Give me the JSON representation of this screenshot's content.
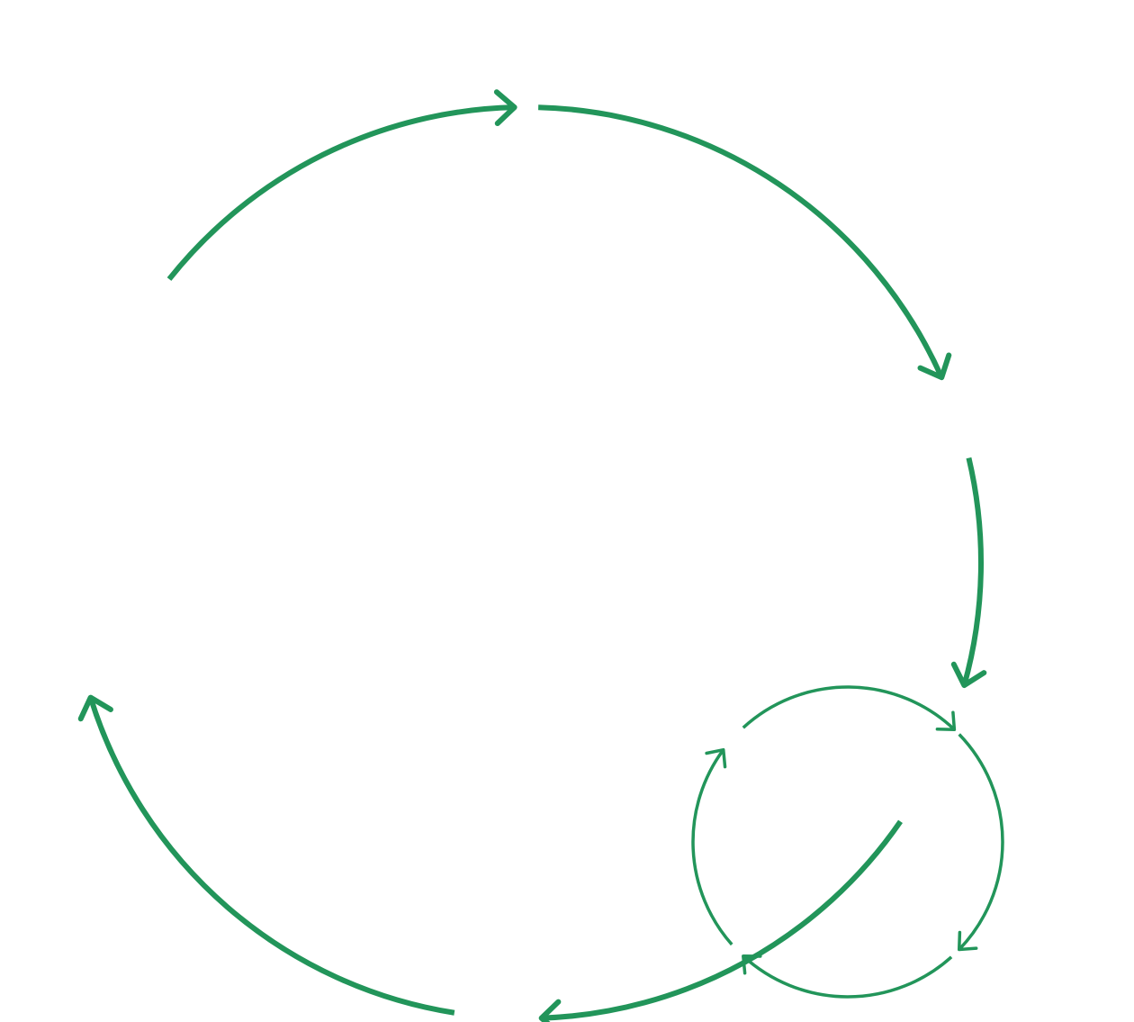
{
  "diagram": {
    "type": "cycle-diagram",
    "colors": {
      "stroke": "#22955a",
      "background": "#ffffff"
    },
    "outer_cycle": {
      "direction": "clockwise",
      "segment_count": 5,
      "segments": [
        {
          "id": "outer-arc-1",
          "from": "left",
          "to": "top",
          "has_arrowhead": true
        },
        {
          "id": "outer-arc-2",
          "from": "top",
          "to": "right-upper",
          "has_arrowhead": true
        },
        {
          "id": "outer-arc-3",
          "from": "right-upper",
          "to": "inner-cycle",
          "has_arrowhead": true
        },
        {
          "id": "outer-arc-4",
          "from": "inner-cycle",
          "to": "bottom-left",
          "has_arrowhead": true
        },
        {
          "id": "outer-arc-5",
          "from": "bottom-left",
          "to": "left",
          "has_arrowhead": true
        }
      ]
    },
    "inner_cycle": {
      "direction": "clockwise",
      "segment_count": 4,
      "segments": [
        {
          "id": "inner-arc-1",
          "from": "left",
          "to": "top",
          "has_arrowhead": true
        },
        {
          "id": "inner-arc-2",
          "from": "top",
          "to": "right",
          "has_arrowhead": true
        },
        {
          "id": "inner-arc-3",
          "from": "right",
          "to": "bottom",
          "has_arrowhead": true
        },
        {
          "id": "inner-arc-4",
          "from": "bottom",
          "to": "left",
          "has_arrowhead": true
        }
      ]
    }
  }
}
